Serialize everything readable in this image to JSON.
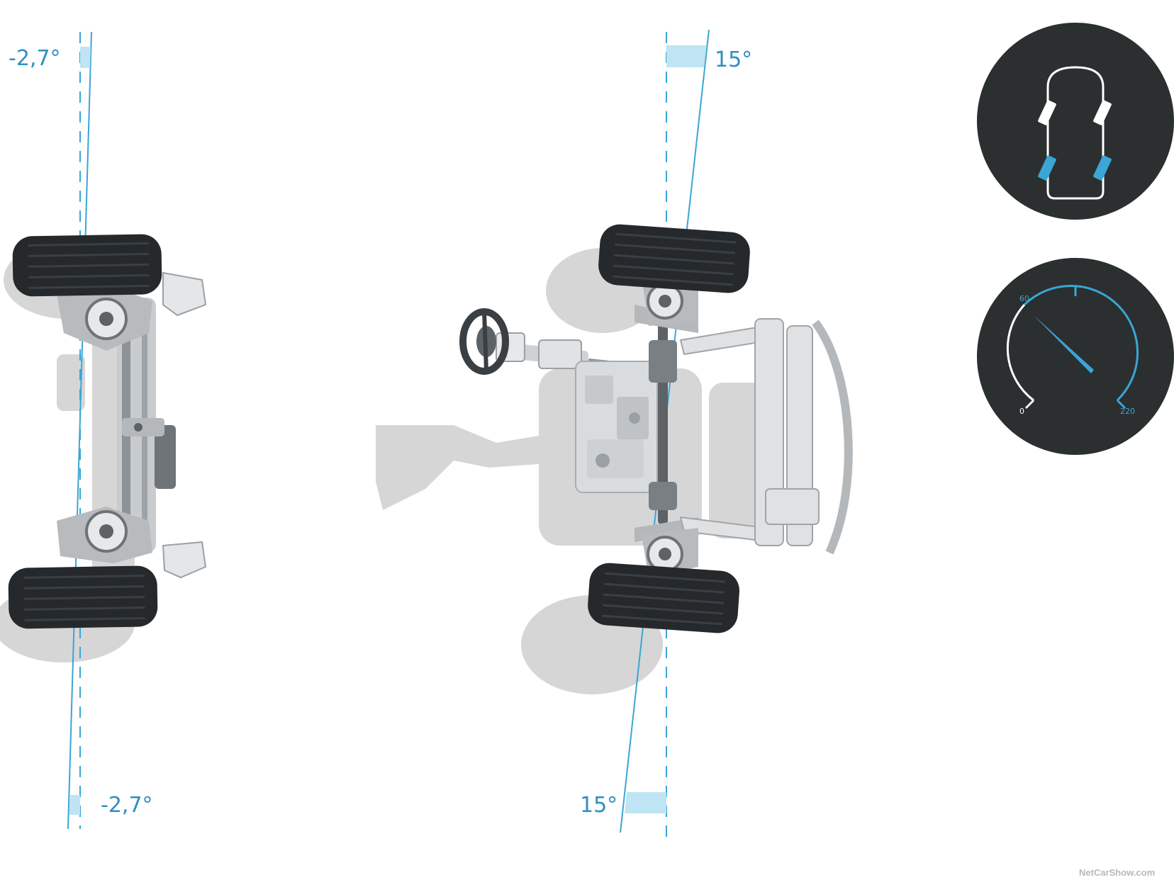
{
  "rear_axle": {
    "angle_top_label": "-2,7°",
    "angle_bottom_label": "-2,7°"
  },
  "front_axle": {
    "angle_top_label": "15°",
    "angle_bottom_label": "15°"
  },
  "speed_gauge": {
    "min_label": "0",
    "mid_label": "60",
    "max_label": "220",
    "min_value": 0,
    "max_value": 220,
    "needle_value": 60
  },
  "watermark": "NetCarShow.com",
  "colors": {
    "accent_blue": "#3aa6d6",
    "label_blue": "#2f8fbf",
    "light_blue_fill": "#bfe4f3",
    "badge_bg": "#2b2f30",
    "tire": "#25292c",
    "shadow": "#d6d6d6"
  }
}
